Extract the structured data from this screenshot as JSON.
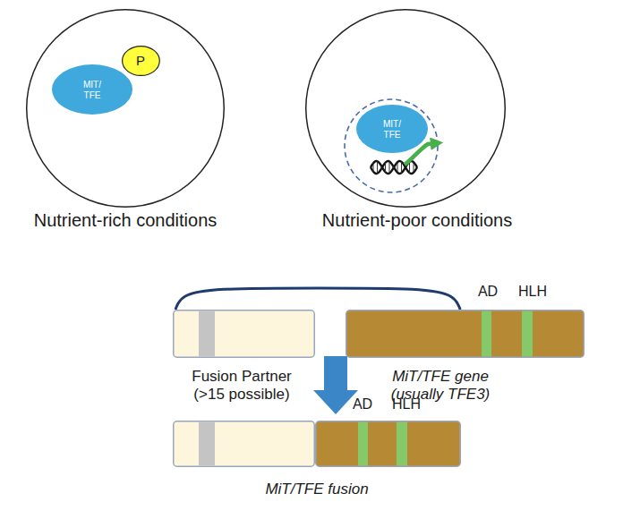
{
  "diagram": {
    "nodes": [
      {
        "text": [
          "Nutrient-rich conditions"
        ]
      },
      {
        "text": [
          "MIT/ TFE"
        ],
        "in": 0
      },
      {
        "text": [
          "P"
        ],
        "in": 0
      },
      {
        "text": [
          "Nutrient-poor conditions"
        ]
      },
      {
        "text": [
          "MIT/ TFE"
        ],
        "in": 3
      },
      {
        "text": [
          "Fusion Partner (>15 possible)"
        ]
      },
      {
        "text": [
          "AD",
          "HLH",
          "MiT/TFE gene (usually TFE3)"
        ]
      },
      {
        "text": [
          "AD",
          "HLH",
          "MiT/TFE fusion"
        ]
      }
    ],
    "edges": [
      {
        "from": 5,
        "to": 6,
        "arrow": "none"
      }
    ]
  }
}
